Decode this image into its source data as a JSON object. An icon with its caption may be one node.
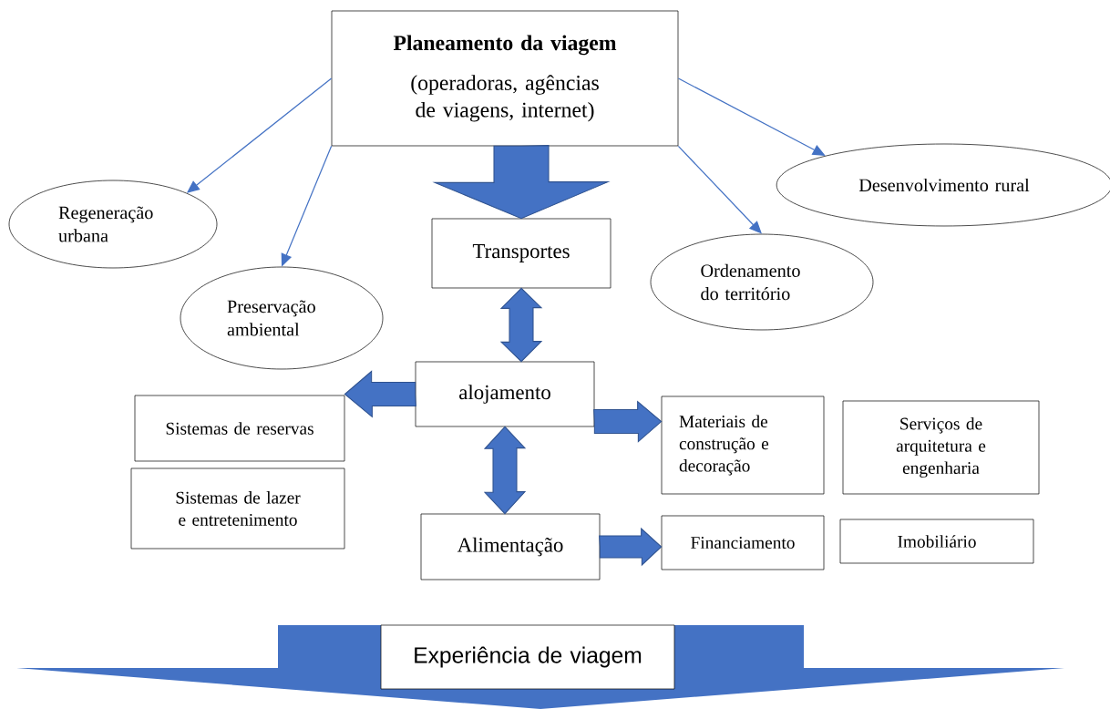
{
  "diagram": {
    "nodes": [
      {
        "text": [
          "Planeamento da viagem",
          "(operadoras, agências de viagens, internet)"
        ]
      },
      {
        "text": [
          "Regeneração urbana"
        ]
      },
      {
        "text": [
          "Preservação ambiental"
        ]
      },
      {
        "text": [
          "Ordenamento do território"
        ]
      },
      {
        "text": [
          "Desenvolvimento rural"
        ]
      },
      {
        "text": [
          "Transportes"
        ]
      },
      {
        "text": [
          "alojamento"
        ]
      },
      {
        "text": [
          "Sistemas de reservas"
        ]
      },
      {
        "text": [
          "Sistemas de lazer e entretenimento"
        ]
      },
      {
        "text": [
          "Materiais de construção e decoração"
        ]
      },
      {
        "text": [
          "Serviços de arquitetura e engenharia"
        ]
      },
      {
        "text": [
          "Alimentação"
        ]
      },
      {
        "text": [
          "Financiamento"
        ]
      },
      {
        "text": [
          "Imobiliário"
        ]
      },
      {
        "text": [
          "Experiência de viagem"
        ]
      }
    ],
    "edges": [
      {
        "from": 0,
        "to": 1,
        "arrow": "to"
      },
      {
        "from": 0,
        "to": 2,
        "arrow": "to"
      },
      {
        "from": 0,
        "to": 3,
        "arrow": "to"
      },
      {
        "from": 0,
        "to": 4,
        "arrow": "to"
      },
      {
        "from": 0,
        "to": 5,
        "arrow": "to",
        "style": "thick"
      },
      {
        "from": 5,
        "to": 6,
        "arrow": "both",
        "style": "thick"
      },
      {
        "from": 6,
        "to": 7,
        "arrow": "to",
        "style": "thick"
      },
      {
        "from": 6,
        "to": 9,
        "arrow": "to",
        "style": "thick"
      },
      {
        "from": 6,
        "to": 11,
        "arrow": "both",
        "style": "thick"
      },
      {
        "from": 11,
        "to": 12,
        "arrow": "to",
        "style": "thick"
      }
    ]
  }
}
